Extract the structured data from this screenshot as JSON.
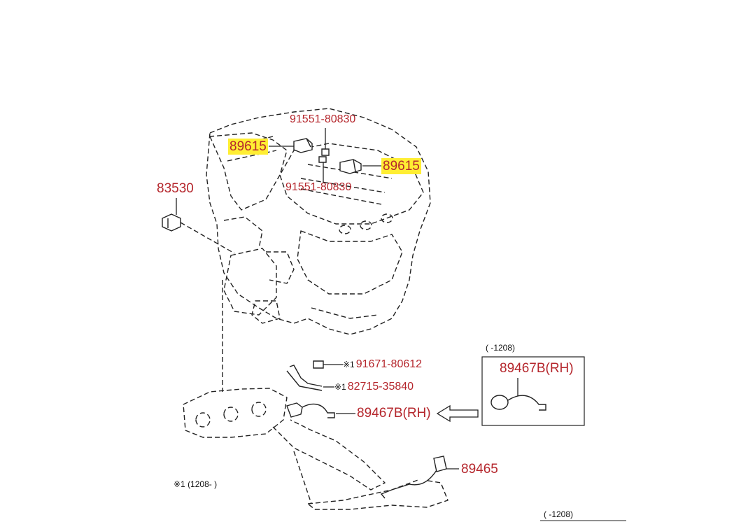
{
  "callouts": {
    "p91551_top": "91551-80830",
    "p91551_bottom": "91551-80830",
    "p89615_left": "89615",
    "p89615_right": "89615",
    "p83530": "83530",
    "p91671_mark": "※1",
    "p91671": "91671-80612",
    "p82715_mark": "※1",
    "p82715": "82715-35840",
    "p89467b_main": "89467B(RH)",
    "p89467b_inset": "89467B(RH)",
    "p89465": "89465"
  },
  "notes": {
    "inset_range": "(      -1208)",
    "footnote": "※1 (1208-       )",
    "bottom_range": "(      -1208)"
  },
  "colors": {
    "part_number": "#b5272d",
    "highlight": "#ffee33",
    "line_art": "#222222"
  }
}
